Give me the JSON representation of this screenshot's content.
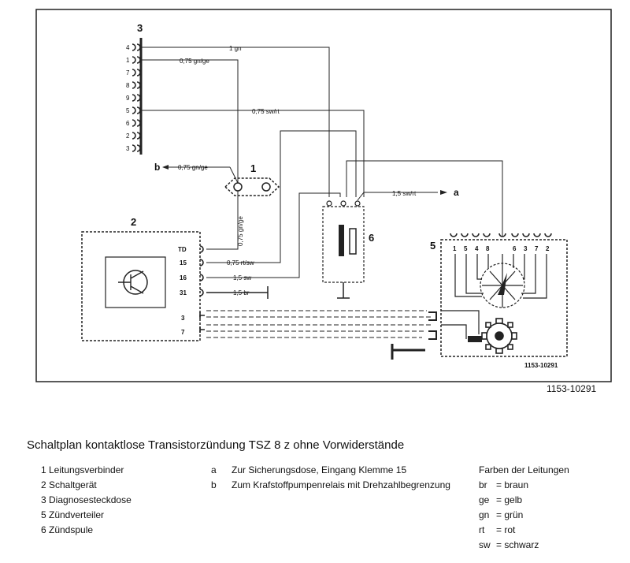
{
  "diagram": {
    "drawing_number": "1153-10291",
    "drawing_number_inner": "1153-10291",
    "components": {
      "c1": "1",
      "c2": "2",
      "c3": "3",
      "c5": "5",
      "c6": "6"
    },
    "connector3_pins": [
      "4",
      "1",
      "7",
      "8",
      "9",
      "5",
      "6",
      "2",
      "3"
    ],
    "unit2_pins": [
      "TD",
      "15",
      "16",
      "31",
      "3",
      "7"
    ],
    "distributor_pins": [
      "1",
      "5",
      "4",
      "8",
      "6",
      "3",
      "7",
      "2"
    ],
    "wire_labels": {
      "w1": "1 gn",
      "w2": "0,75 gn/ge",
      "w3": "0,75 sw/rt",
      "w4": "0,75 gn/ge",
      "w5": "0,75 gn/ge",
      "w6": "0,75 rt/sw",
      "w7": "1,5 sw",
      "w8": "1,5 br",
      "w9": "1,5 sw/rt"
    },
    "ends": {
      "a": "a",
      "b": "b"
    }
  },
  "caption": "Schaltplan kontaktlose Transistorzündung TSZ 8 z ohne Vorwiderstände",
  "legend_components": [
    "1 Leitungsverbinder",
    "2 Schaltgerät",
    "3 Diagnosesteckdose",
    "5 Zündverteiler",
    "6 Zündspule"
  ],
  "legend_connections": [
    {
      "key": "a",
      "text": "Zur Sicherungsdose, Eingang Klemme 15"
    },
    {
      "key": "b",
      "text": "Zum Krafstoffpumpenrelais mit Drehzahlbegrenzung"
    }
  ],
  "legend_colors": {
    "title": "Farben der Leitungen",
    "items": [
      {
        "key": "br",
        "text": "= braun"
      },
      {
        "key": "ge",
        "text": "= gelb"
      },
      {
        "key": "gn",
        "text": "= grün"
      },
      {
        "key": "rt",
        "text": "= rot"
      },
      {
        "key": "sw",
        "text": "= schwarz"
      }
    ]
  }
}
